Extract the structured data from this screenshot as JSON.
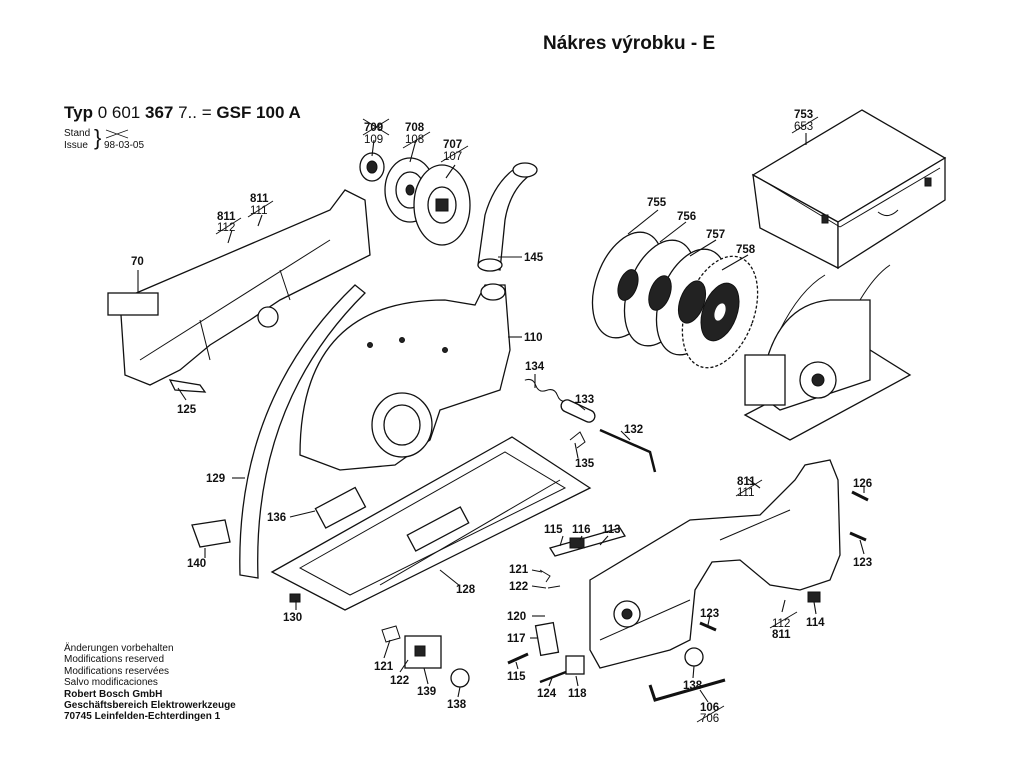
{
  "header": {
    "title": "Nákres výrobku - E",
    "typ_label": "Typ",
    "typ_number_pre": "0 601",
    "typ_number_bold": "367",
    "typ_number_post": "7.. =",
    "model": "GSF 100 A",
    "stand_label": "Stand",
    "issue_label": "Issue",
    "issue_date": "98-03-05"
  },
  "footer": {
    "line1": "Änderungen vorbehalten",
    "line2": "Modifications reserved",
    "line3": "Modifications reservées",
    "line4": "Salvo modificaciones",
    "company": "Robert Bosch GmbH",
    "division": "Geschäftsbereich Elektrowerkzeuge",
    "address": "70745 Leinfelden-Echterdingen 1"
  },
  "part_labels": {
    "p709": "709",
    "p109": "109",
    "p708": "708",
    "p108": "108",
    "p707": "707",
    "p107": "107",
    "p753": "753",
    "p653": "653",
    "p811a": "811",
    "p111a": "111",
    "p811b": "811",
    "p112a": "112",
    "p70": "70",
    "p125": "125",
    "p145": "145",
    "p110": "110",
    "p755": "755",
    "p756": "756",
    "p757": "757",
    "p758": "758",
    "p134": "134",
    "p133": "133",
    "p132": "132",
    "p135": "135",
    "p129": "129",
    "p136": "136",
    "p140": "140",
    "p128": "128",
    "p130": "130",
    "p811c": "811",
    "p111c": "111",
    "p126": "126",
    "p123a": "123",
    "p123b": "123",
    "p115a": "115",
    "p116": "116",
    "p113": "113",
    "p121a": "121",
    "p122a": "122",
    "p120": "120",
    "p117": "117",
    "p115b": "115",
    "p124": "124",
    "p118": "118",
    "p121b": "121",
    "p122b": "122",
    "p139": "139",
    "p138a": "138",
    "p138b": "138",
    "p112c": "112",
    "p811d": "811",
    "p114": "114",
    "p106": "106",
    "p706": "706"
  }
}
